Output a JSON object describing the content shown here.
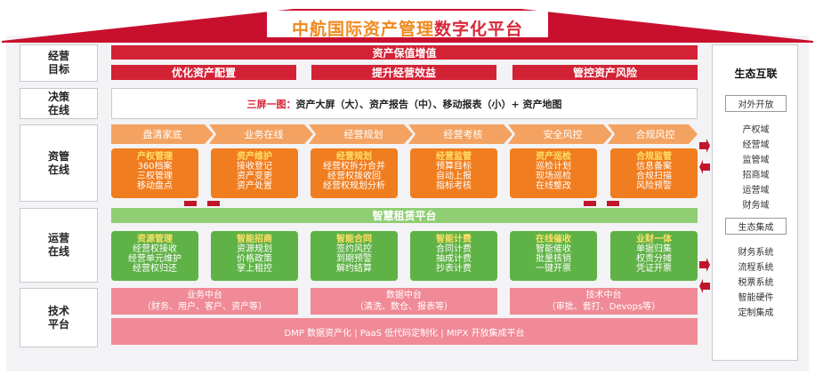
{
  "colors": {
    "red": "#d32236",
    "orange": "#f07d1f",
    "light_orange": "#f4a261",
    "green": "#5fb246",
    "light_green": "#8fce72",
    "pink": "#f08a96",
    "title_orange": "#ef8a1e"
  },
  "title": {
    "part1": "中航国际资产管理",
    "part2": "数字化平台"
  },
  "row_labels": {
    "goals": "经营\n目标",
    "decision": "决策\n在线",
    "asset": "资管\n在线",
    "ops": "运营\n在线",
    "tech": "技术\n平台"
  },
  "goals": {
    "main": "资产保值增值",
    "items": [
      "优化资产配置",
      "提升经营效益",
      "管控资产风险"
    ]
  },
  "decision": {
    "prefix": "三屏一图：",
    "text": "资产大屏（大）、资产报告（中）、移动报表（小）+ 资产地图"
  },
  "asset": {
    "chevrons": [
      "盘清家底",
      "业务在线",
      "经营规划",
      "经营考核",
      "安全风控",
      "合规风控"
    ],
    "boxes": [
      {
        "title": "产权管理",
        "lines": [
          "360档案",
          "三权管理",
          "移动盘点"
        ]
      },
      {
        "title": "资产维护",
        "lines": [
          "接收登记",
          "资产变更",
          "资产处置"
        ]
      },
      {
        "title": "经营规划",
        "lines": [
          "经营权拆分合并",
          "经营权拨收回",
          "经营权规划分析"
        ]
      },
      {
        "title": "经营监管",
        "lines": [
          "预算目标",
          "自动上报",
          "指标考核"
        ]
      },
      {
        "title": "资产巡检",
        "lines": [
          "巡检计划",
          "现场巡检",
          "在线整改"
        ]
      },
      {
        "title": "合规监管",
        "lines": [
          "信息备案",
          "合规扫描",
          "风险预警"
        ]
      }
    ]
  },
  "platform": "智慧租赁平台",
  "ops": {
    "boxes": [
      {
        "title": "资源管理",
        "lines": [
          "经营权接收",
          "经营单元维护",
          "经营权归还"
        ]
      },
      {
        "title": "智能招商",
        "lines": [
          "资源规划",
          "价格政策",
          "掌上租控"
        ]
      },
      {
        "title": "智能合同",
        "lines": [
          "签约风控",
          "到期预警",
          "解约结算"
        ]
      },
      {
        "title": "智能计费",
        "lines": [
          "合同计费",
          "抽成计费",
          "抄表计费"
        ]
      },
      {
        "title": "在线催收",
        "lines": [
          "智能催收",
          "批量核销",
          "一键开票"
        ]
      },
      {
        "title": "业财一体",
        "lines": [
          "单据归集",
          "权责分摊",
          "凭证开票"
        ]
      }
    ]
  },
  "tech": {
    "centers": [
      {
        "name": "业务中台",
        "desc": "（财务、用户、客户、资产等）"
      },
      {
        "name": "数据中台",
        "desc": "（清洗、数仓、报表等）"
      },
      {
        "name": "技术中台",
        "desc": "（审批、套打、Devops等）"
      }
    ],
    "bottom": "DMP 数据资产化 | PaaS 低代码定制化 | MIPX 开放集成平台"
  },
  "eco": {
    "title": "生态互联",
    "open_tag": "对外开放",
    "open_items": [
      "产权域",
      "经营域",
      "监管域",
      "招商域",
      "运营域",
      "财务域"
    ],
    "integ_tag": "生态集成",
    "integ_items": [
      "财务系统",
      "流程系统",
      "税票系统",
      "智能硬件",
      "定制集成"
    ]
  }
}
